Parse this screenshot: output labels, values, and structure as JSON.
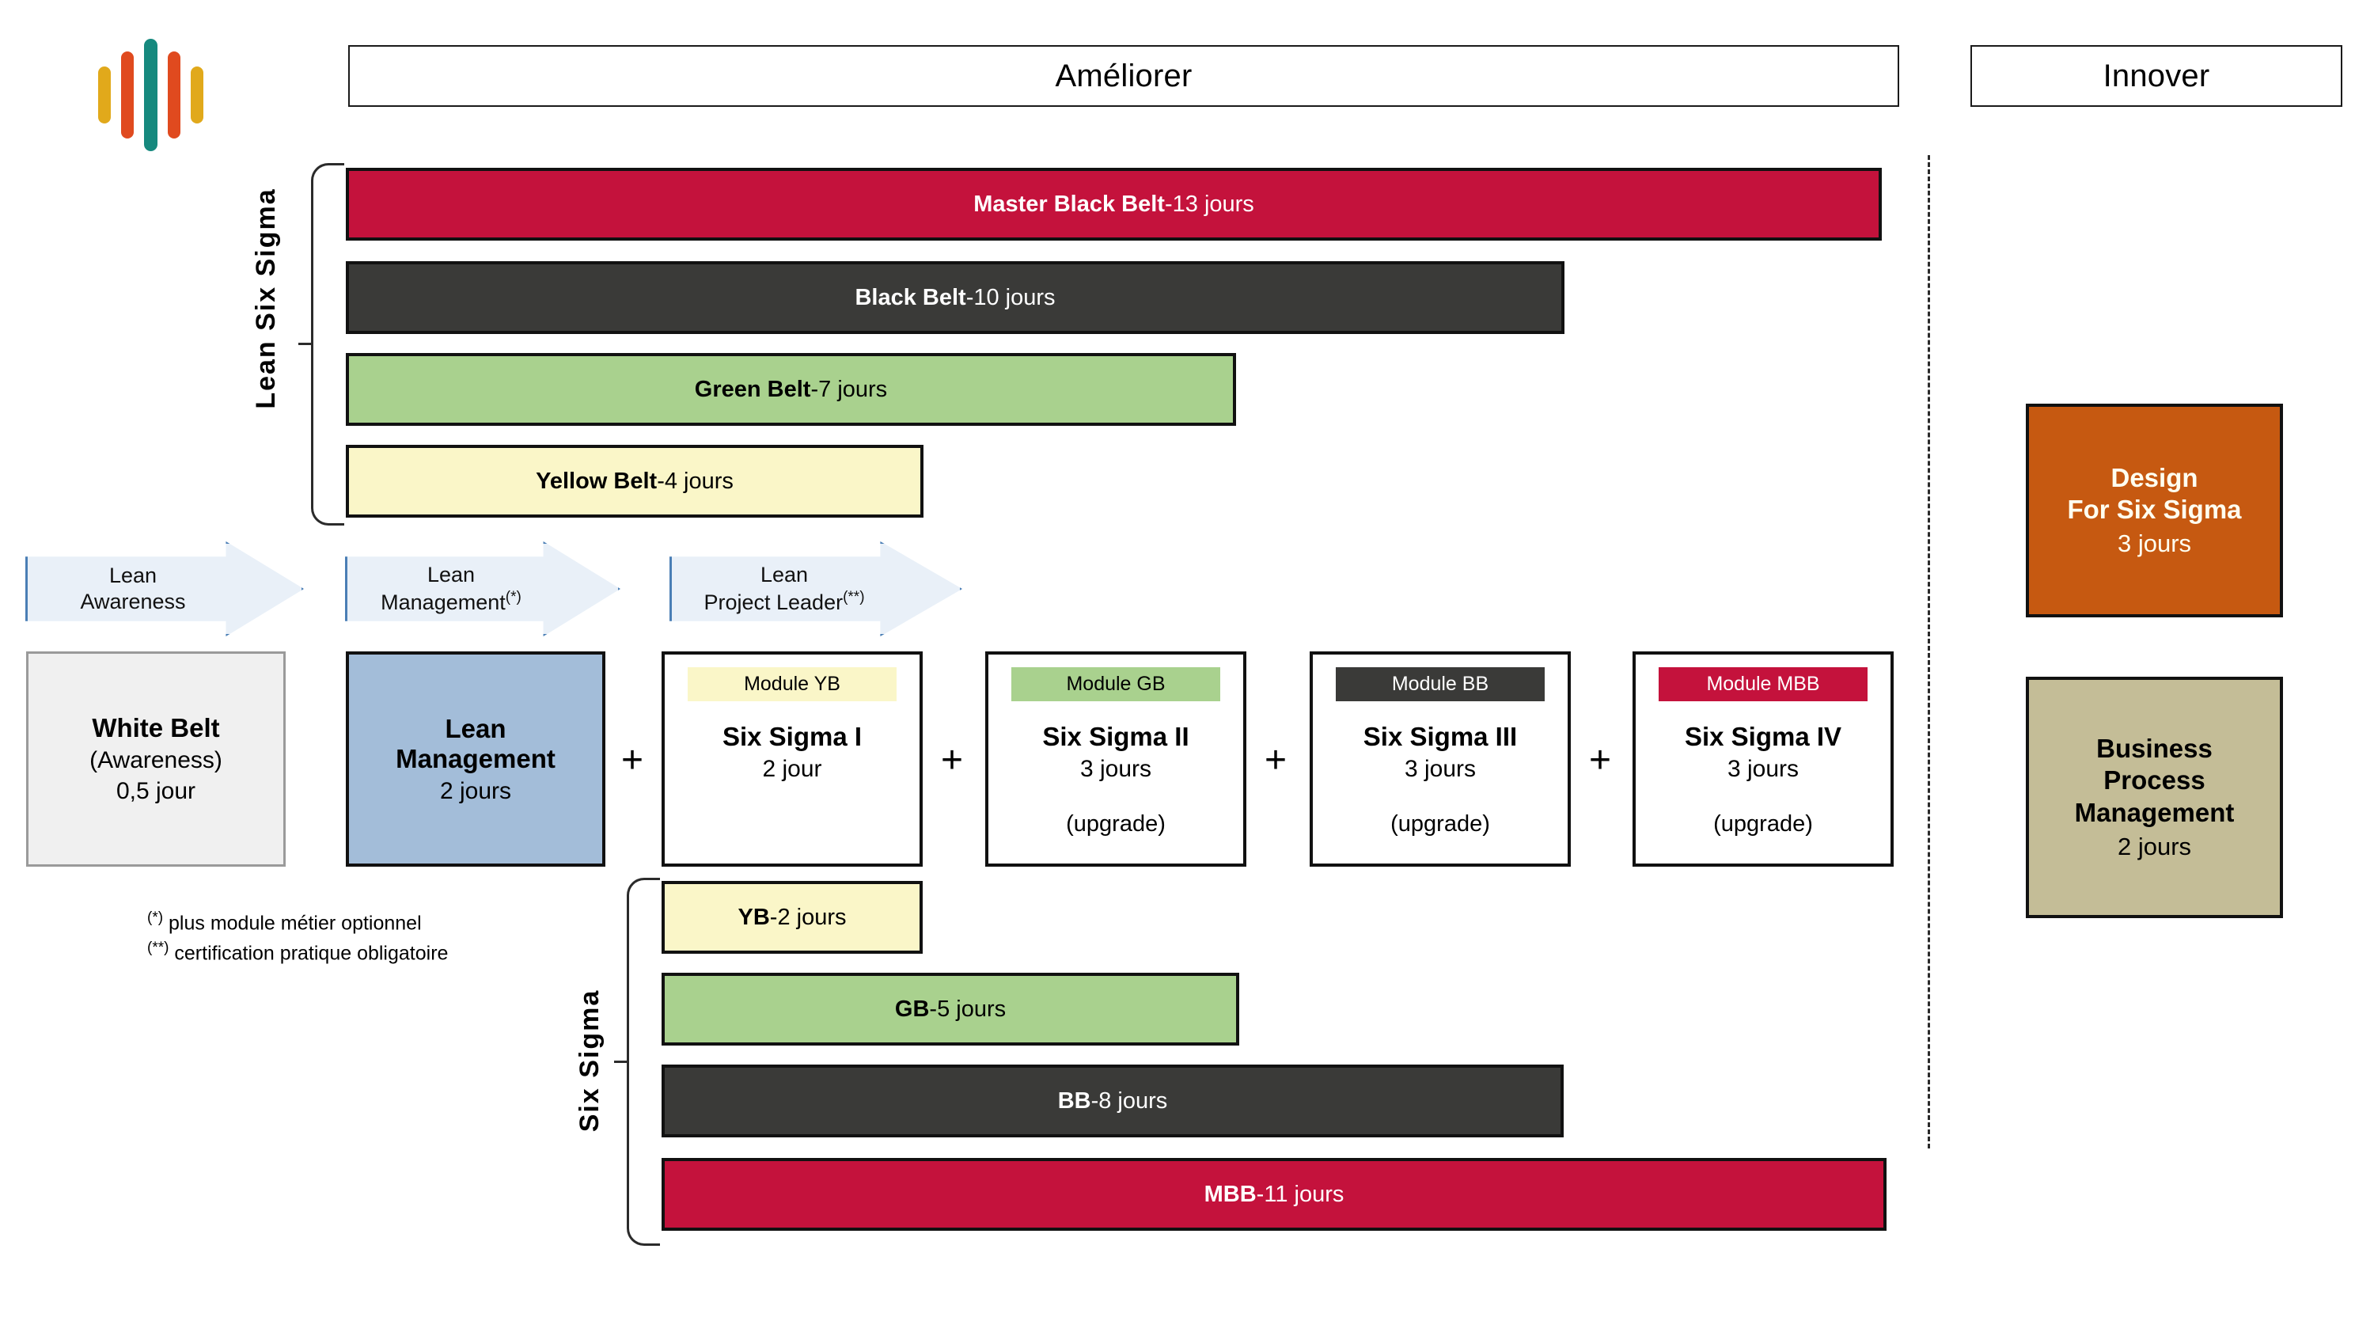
{
  "logo": {
    "name": "company-logo",
    "bars": [
      "#E1A91B",
      "#E04A1F",
      "#16897E",
      "#E04A1F",
      "#E1A91B"
    ]
  },
  "header": {
    "left_title": "Améliorer",
    "right_title": "Innover"
  },
  "colors": {
    "crimson": "#C4123C",
    "dark": "#3A3A38",
    "green": "#A9D18E",
    "yellow": "#FAF6C8",
    "blue": "#A3BDD9",
    "grey": "#F0F0F0",
    "orange": "#C65911",
    "khaki": "#C4BD97",
    "arrow_fill": "#E9F0F8",
    "arrow_border": "#4A7EB5"
  },
  "lean_six_sigma": {
    "group_label": "Lean Six Sigma",
    "bars": [
      {
        "name": "Master Black Belt",
        "sep": " - ",
        "duration": "13 jours",
        "color": "#C4123C",
        "text_color": "#ffffff"
      },
      {
        "name": "Black Belt",
        "sep": " - ",
        "duration": "10 jours",
        "color": "#3A3A38",
        "text_color": "#ffffff"
      },
      {
        "name": "Green Belt",
        "sep": " - ",
        "duration": "7 jours",
        "color": "#A9D18E",
        "text_color": "#000000"
      },
      {
        "name": "Yellow Belt",
        "sep": " - ",
        "duration": "4 jours",
        "color": "#FAF6C8",
        "text_color": "#000000"
      }
    ]
  },
  "arrows": [
    {
      "line1": "Lean",
      "line2": "Awareness",
      "marker": ""
    },
    {
      "line1": "Lean",
      "line2": "Management",
      "marker": "(*)"
    },
    {
      "line1": "Lean",
      "line2": "Project Leader",
      "marker": "(**)"
    }
  ],
  "courses": [
    {
      "id": "white-belt",
      "tag": null,
      "title": "White Belt",
      "subtitle": "(Awareness)",
      "duration": "0,5 jour",
      "upgrade": null,
      "fill": "#F0F0F0",
      "border": "#888888"
    },
    {
      "id": "lean-management",
      "tag": null,
      "title_line1": "Lean",
      "title_line2": "Management",
      "duration": "2 jours",
      "upgrade": null,
      "fill": "#A3BDD9"
    },
    {
      "id": "six-sigma-1",
      "tag": "Module YB",
      "tag_fill": "#FAF6C8",
      "tag_color": "#000000",
      "title": "Six Sigma I",
      "duration": "2 jour",
      "upgrade": "",
      "fill": "#ffffff"
    },
    {
      "id": "six-sigma-2",
      "tag": "Module GB",
      "tag_fill": "#A9D18E",
      "tag_color": "#000000",
      "title": "Six Sigma II",
      "duration": "3 jours",
      "upgrade": "(upgrade)",
      "fill": "#ffffff"
    },
    {
      "id": "six-sigma-3",
      "tag": "Module BB",
      "tag_fill": "#3A3A38",
      "tag_color": "#ffffff",
      "title": "Six Sigma III",
      "duration": "3 jours",
      "upgrade": "(upgrade)",
      "fill": "#ffffff"
    },
    {
      "id": "six-sigma-4",
      "tag": "Module MBB",
      "tag_fill": "#C4123C",
      "tag_color": "#ffffff",
      "title": "Six Sigma IV",
      "duration": "3 jours",
      "upgrade": "(upgrade)",
      "fill": "#ffffff"
    }
  ],
  "plus_signs": [
    "+",
    "+",
    "+",
    "+"
  ],
  "footnotes": [
    {
      "marker": "(*)",
      "text": " plus module métier optionnel"
    },
    {
      "marker": "(**)",
      "text": " certification pratique obligatoire"
    }
  ],
  "six_sigma": {
    "group_label": "Six Sigma",
    "bars": [
      {
        "name": "YB",
        "sep": " - ",
        "duration": "2 jours",
        "color": "#FAF6C8",
        "text_color": "#000000"
      },
      {
        "name": "GB",
        "sep": " - ",
        "duration": "5 jours",
        "color": "#A9D18E",
        "text_color": "#000000"
      },
      {
        "name": "BB",
        "sep": " - ",
        "duration": "8 jours",
        "color": "#3A3A38",
        "text_color": "#ffffff"
      },
      {
        "name": "MBB",
        "sep": " - ",
        "duration": "11 jours",
        "color": "#C4123C",
        "text_color": "#ffffff"
      }
    ]
  },
  "innover": [
    {
      "id": "dfss",
      "line1": "Design",
      "line2": "For Six Sigma",
      "duration": "3 jours",
      "fill": "#C65911",
      "text_color": "#FFFFF0"
    },
    {
      "id": "bpm",
      "line1": "Business",
      "line2": "Process",
      "line3": "Management",
      "duration": "2 jours",
      "fill": "#C4BD97",
      "text_color": "#000000"
    }
  ]
}
